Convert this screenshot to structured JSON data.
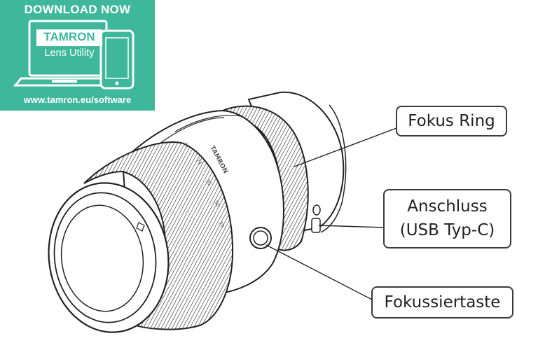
{
  "banner": {
    "title": "DOWNLOAD NOW",
    "brand": "TAMRON",
    "product": "Lens Utility",
    "url": "www.tamron.eu/software",
    "background_color": "#3fb79a",
    "icon": "laptop-and-phone-icon"
  },
  "lens": {
    "brand_print": "TAMRON",
    "focal_marks": [
      "17",
      "24",
      "35",
      "50",
      "70"
    ]
  },
  "callouts": {
    "focus_ring": "Fokus Ring",
    "port_line1": "Anschluss",
    "port_line2": "(USB Typ-C)",
    "focus_button": "Fokussiertaste"
  }
}
